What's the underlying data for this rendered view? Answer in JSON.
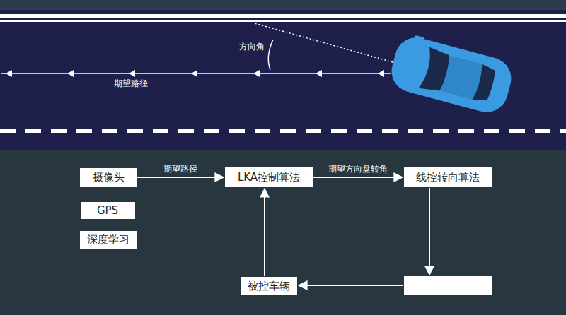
{
  "diagram": {
    "nodes": [
      {
        "text": [
          "摄像头"
        ]
      },
      {
        "text": [
          "LKA控制算法"
        ]
      },
      {
        "text": [
          "线控转向算法"
        ]
      },
      {
        "text": [
          "GPS"
        ]
      },
      {
        "text": [
          "深度学习"
        ]
      },
      {
        "text": [
          "被控车辆"
        ]
      },
      {
        "text": []
      }
    ],
    "edges": [
      {
        "from": 0,
        "to": 1,
        "label": "期望路径",
        "arrow": "to"
      },
      {
        "from": 1,
        "to": 2,
        "label": "期望方向盘转角",
        "arrow": "to"
      },
      {
        "from": 2,
        "to": 6,
        "arrow": "to"
      },
      {
        "from": 6,
        "to": 5,
        "arrow": "to"
      },
      {
        "from": 5,
        "to": 1,
        "arrow": "to"
      }
    ],
    "labels": [
      "方向角",
      "期望路径"
    ]
  }
}
